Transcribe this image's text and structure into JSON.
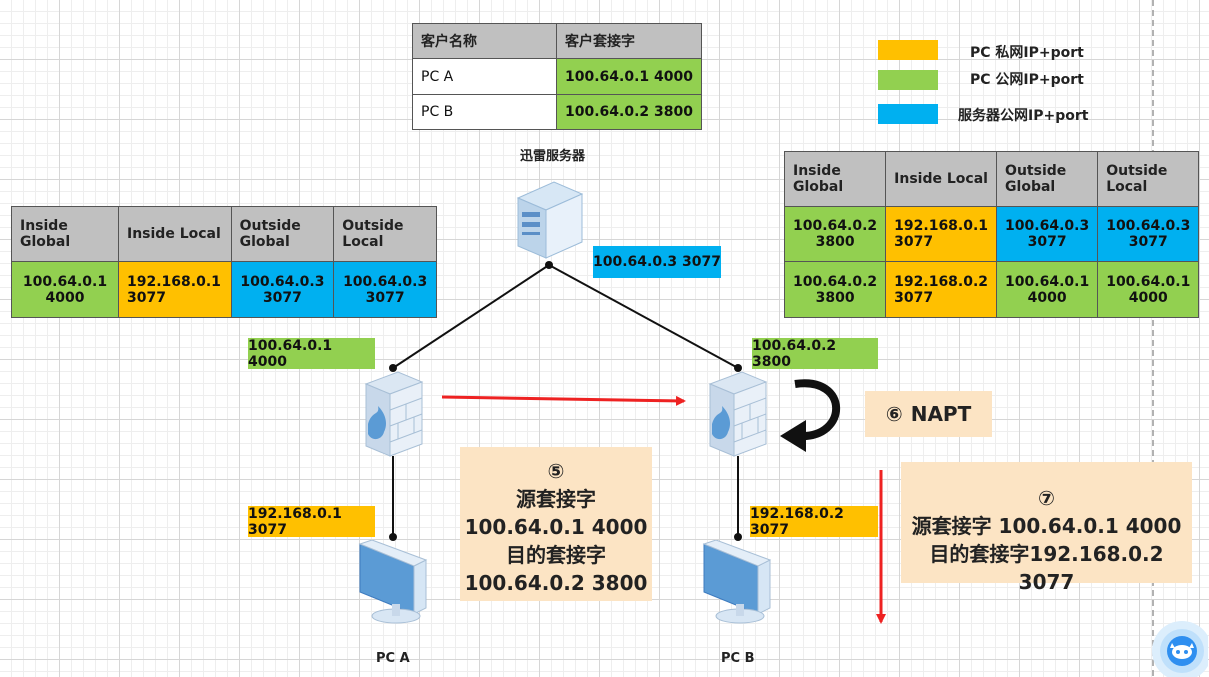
{
  "client_table": {
    "headers": [
      "客户名称",
      "客户套接字"
    ],
    "rows": [
      {
        "name": "PC A",
        "socket": "100.64.0.1 4000"
      },
      {
        "name": "PC B",
        "socket": "100.64.0.2 3800"
      }
    ]
  },
  "legend": [
    {
      "label": "PC 私网IP+port",
      "color": "#ffc000"
    },
    {
      "label": "PC 公网IP+port",
      "color": "#92d050"
    },
    {
      "label": "服务器公网IP+port",
      "color": "#00b0f0"
    }
  ],
  "server": {
    "label": "迅雷服务器",
    "addr": "100.64.0.3 3077"
  },
  "nat_a": {
    "headers": [
      "Inside\nGlobal",
      "Inside Local",
      "Outside\nGlobal",
      "Outside\nLocal"
    ],
    "rows": [
      [
        "100.64.0.1\n4000",
        "192.168.0.1\n3077",
        "100.64.0.3\n3077",
        "100.64.0.3\n3077"
      ]
    ]
  },
  "nat_b": {
    "headers": [
      "Inside\nGlobal",
      "Inside Local",
      "Outside\nGlobal",
      "Outside\nLocal"
    ],
    "rows": [
      [
        "100.64.0.2\n3800",
        "192.168.0.1\n3077",
        "100.64.0.3\n3077",
        "100.64.0.3\n3077"
      ],
      [
        "100.64.0.2\n3800",
        "192.168.0.2\n3077",
        "100.64.0.1\n4000",
        "100.64.0.1\n4000"
      ]
    ]
  },
  "router_a_public": "100.64.0.1 4000",
  "router_b_public": "100.64.0.2 3800",
  "pc_a_private": "192.168.0.1 3077",
  "pc_b_private": "192.168.0.2 3077",
  "pc_a_label": "PC A",
  "pc_b_label": "PC B",
  "step5": {
    "num": "⑤",
    "line1": "源套接字",
    "line2": "100.64.0.1 4000",
    "line3": "目的套接字",
    "line4": "100.64.0.2 3800"
  },
  "step6": {
    "num": "⑥",
    "text": "NAPT"
  },
  "step7": {
    "num": "⑦",
    "line1": "源套接字 100.64.0.1 4000",
    "line2": "目的套接字192.168.0.2 3077"
  },
  "colors": {
    "green": "#92d050",
    "orange": "#ffc000",
    "blue": "#00b0f0",
    "note": "#fce4c4",
    "arrow": "#ee2222"
  }
}
